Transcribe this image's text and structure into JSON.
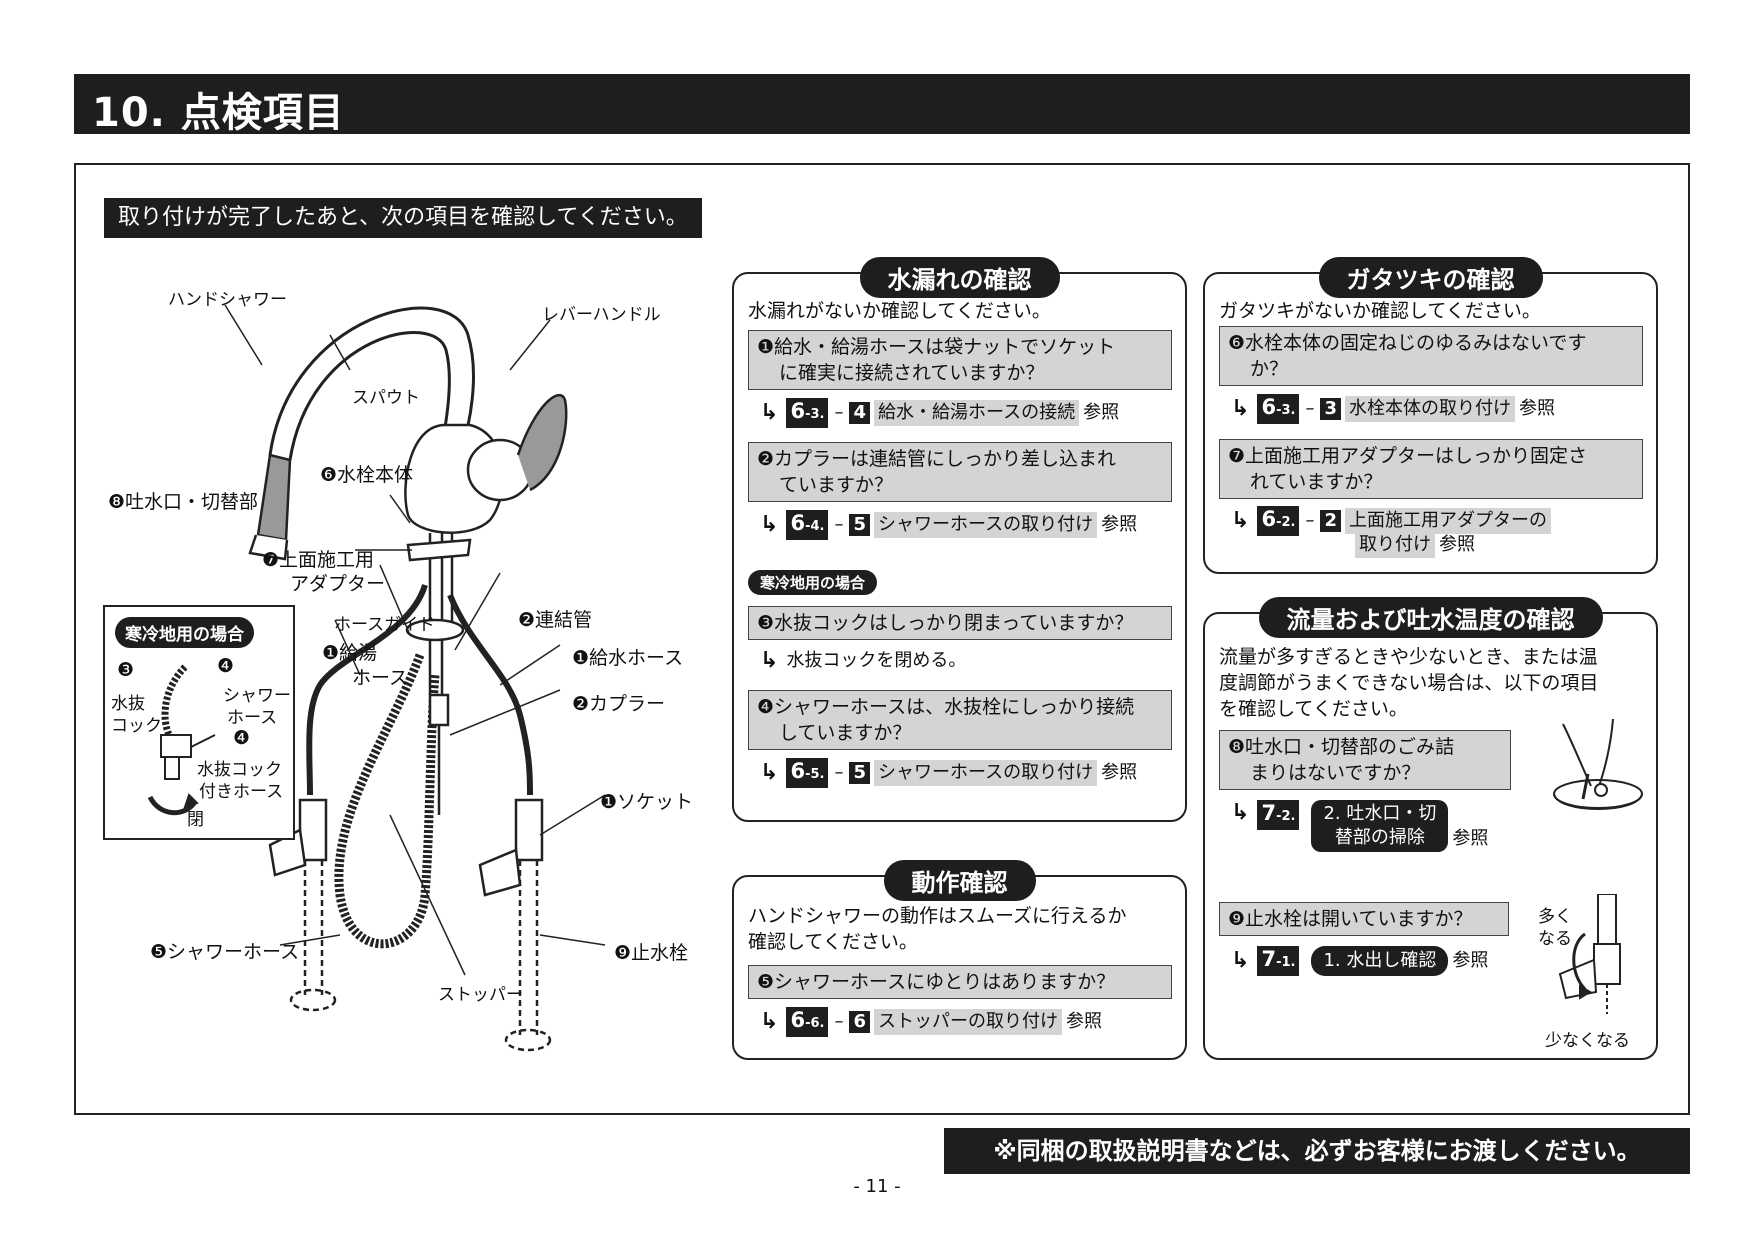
{
  "header": {
    "title": "10. 点検項目"
  },
  "intro": "取り付けが完了したあと、次の項目を確認してください。",
  "diagram": {
    "labels": {
      "hand_shower": "ハンドシャワー",
      "spout": "スパウト",
      "lever_handle": "レバーハンドル",
      "body": "❻水栓本体",
      "outlet": "❽吐水口・切替部",
      "adapter_l1": "❼上面施工用",
      "adapter_l2": "アダプター",
      "hose_guide": "ホースガイド",
      "connector_pipe": "❷連結管",
      "hot_hose_l1": "❶給湯",
      "hot_hose_l2": "ホース",
      "water_hose": "❶給水ホース",
      "coupler": "❷カプラー",
      "socket": "❶ソケット",
      "shower_hose": "❺シャワーホース",
      "stopper": "ストッパー",
      "stop_valve": "❾止水栓"
    },
    "cold_box": {
      "title": "寒冷地用の場合",
      "num3": "❸",
      "num4a": "❹",
      "num4b": "❹",
      "drain_cock_l1": "水抜",
      "drain_cock_l2": "コック",
      "shower_hose_l1": "シャワー",
      "shower_hose_l2": "ホース",
      "cock_hose_l1": "水抜コック",
      "cock_hose_l2": "付きホース",
      "close": "閉"
    }
  },
  "leak": {
    "title": "水漏れの確認",
    "intro": "水漏れがないか確認してください。",
    "q1_l1": "❶給水・給湯ホースは袋ナットでソケット",
    "q1_l2": "に確実に接続されていますか？",
    "r1": {
      "sec": "6",
      "sub": "-3.",
      "num": "4",
      "text": "給水・給湯ホースの接続",
      "see": "参照"
    },
    "q2_l1": "❷カプラーは連結管にしっかり差し込まれ",
    "q2_l2": "ていますか？",
    "r2": {
      "sec": "6",
      "sub": "-4.",
      "num": "5",
      "text": "シャワーホースの取り付け",
      "see": "参照"
    },
    "cold_badge": "寒冷地用の場合",
    "q3": "❸水抜コックはしっかり閉まっていますか？",
    "a3": "水抜コックを閉める。",
    "q4_l1": "❹シャワーホースは、水抜栓にしっかり接続",
    "q4_l2": "していますか？",
    "r4": {
      "sec": "6",
      "sub": "-5.",
      "num": "5",
      "text": "シャワーホースの取り付け",
      "see": "参照"
    }
  },
  "rattle": {
    "title": "ガタツキの確認",
    "intro": "ガタツキがないか確認してください。",
    "q6_l1": "❻水栓本体の固定ねじのゆるみはないです",
    "q6_l2": "か？",
    "r6": {
      "sec": "6",
      "sub": "-3.",
      "num": "3",
      "text": "水栓本体の取り付け",
      "see": "参照"
    },
    "q7_l1": "❼上面施工用アダプターはしっかり固定さ",
    "q7_l2": "れていますか？",
    "r7": {
      "sec": "6",
      "sub": "-2.",
      "num": "2",
      "text": "上面施工用アダプターの",
      "text2": "取り付け",
      "see": "参照"
    }
  },
  "operation": {
    "title": "動作確認",
    "intro_l1": "ハンドシャワーの動作はスムーズに行えるか",
    "intro_l2": "確認してください。",
    "q5": "❺シャワーホースにゆとりはありますか？",
    "r5": {
      "sec": "6",
      "sub": "-6.",
      "num": "6",
      "text": "ストッパーの取り付け",
      "see": "参照"
    }
  },
  "flow": {
    "title": "流量および吐水温度の確認",
    "intro_l1": "流量が多すぎるときや少ないとき、または温",
    "intro_l2": "度調節がうまくできない場合は、以下の項目",
    "intro_l3": "を確認してください。",
    "q8_l1": "❽吐水口・切替部のごみ詰",
    "q8_l2": "まりはないですか？",
    "r8": {
      "sec": "7",
      "sub": "-2.",
      "text_l1": "2. 吐水口・切",
      "text_l2": "替部の掃除",
      "see": "参照"
    },
    "q9": "❾止水栓は開いていますか？",
    "r9": {
      "sec": "7",
      "sub": "-1.",
      "text": "1. 水出し確認",
      "see": "参照"
    },
    "more_l1": "多く",
    "more_l2": "なる",
    "less": "少なくなる"
  },
  "footer": {
    "notice": "※同梱の取扱説明書などは、必ずお客様にお渡しください。",
    "page": "- 11 -"
  }
}
